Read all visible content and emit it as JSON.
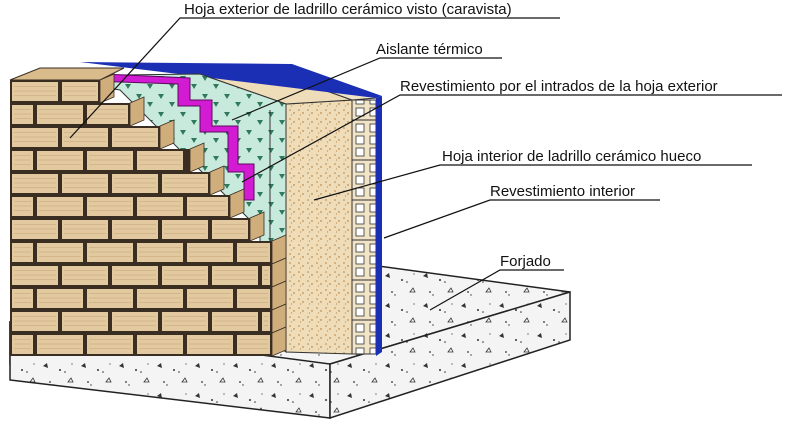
{
  "labels": {
    "hoja_exterior": "Hoja exterior de ladrillo cerámico visto (caravista)",
    "aislante": "Aislante térmico",
    "revestimiento_intrados": "Revestimiento por el intrados de la hoja exterior",
    "hoja_interior": "Hoja interior de ladrillo cerámico hueco",
    "revestimiento_interior": "Revestimiento interior",
    "forjado": "Forjado"
  },
  "colors": {
    "brick_face": "#e2c9a0",
    "brick_mortar": "#3a2e22",
    "insulation": "#c8eadd",
    "insulation_marks": "#2f7a5a",
    "intrados_coating": "#d21bd2",
    "plaster": "#efdcb8",
    "plaster_dots": "#b8833f",
    "hollow_brick": "#f1e3c6",
    "blue_finish": "#1b2fb5",
    "concrete": "#f4f4f4",
    "concrete_marks": "#333333"
  }
}
